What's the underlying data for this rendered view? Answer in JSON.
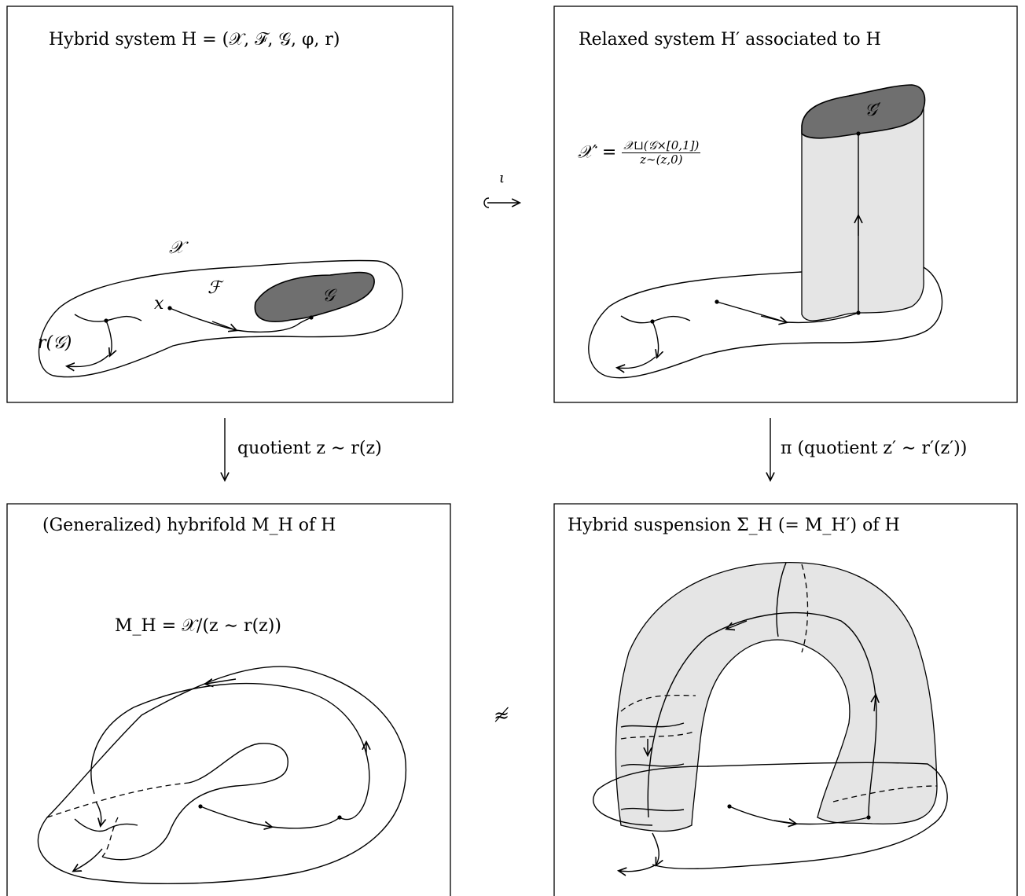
{
  "panels": {
    "top_left": {
      "title": "Hybrid system H = (𝒳, ℱ, 𝒢, φ, r)",
      "labels": {
        "X": "𝒳",
        "F": "ℱ",
        "G": "𝒢",
        "x": "x",
        "rG": "r(𝒢)"
      }
    },
    "top_right": {
      "title": "Relaxed system H′ associated to H",
      "labels": {
        "G_prime": "𝒢′",
        "X_prime_lhs": "𝒳′ =",
        "X_prime_num": "𝒳⊔(𝒢×[0,1])",
        "X_prime_den": "z∼(z,0)"
      }
    },
    "bottom_left": {
      "title": "(Generalized) hybrifold M_H of H",
      "formula": "M_H = 𝒳/(z ∼ r(z))"
    },
    "bottom_right": {
      "title": "Hybrid suspension Σ_H (= M_H′) of H"
    }
  },
  "arrows": {
    "iota": "ι",
    "left_down": "quotient  z ∼ r(z)",
    "right_down": "π  (quotient  z′ ∼ r′(z′))",
    "not_homeo": "≉"
  }
}
